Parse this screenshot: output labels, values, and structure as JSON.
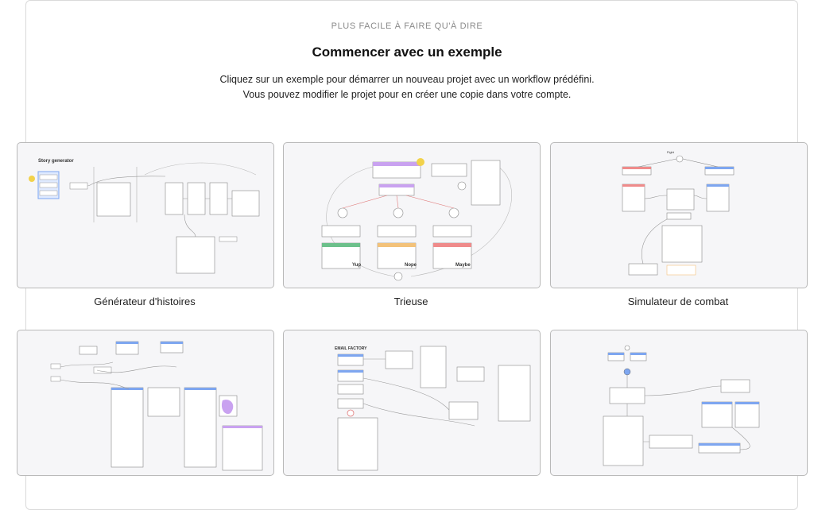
{
  "header": {
    "eyebrow": "PLUS FACILE À FAIRE QU'À DIRE",
    "title": "Commencer avec un exemple",
    "description": "Cliquez sur un exemple pour démarrer un nouveau projet avec un workflow prédéfini. Vous pouvez modifier le projet pour en créer une copie dans votre compte."
  },
  "examples": [
    {
      "label": "Générateur d'histoires",
      "preview_title": "Story generator"
    },
    {
      "label": "Trieuse",
      "preview_labels": [
        "Yup",
        "Nope",
        "Maybe"
      ]
    },
    {
      "label": "Simulateur de combat",
      "preview_title": "Fight"
    },
    {
      "label": ""
    },
    {
      "label": "",
      "preview_title": "EMAIL FACTORY"
    },
    {
      "label": ""
    }
  ],
  "colors": {
    "node_border": "#6b6b6b",
    "blue": "#7ea6f0",
    "purple": "#c9a2f0",
    "green": "#6cc08b",
    "orange": "#f3c27a",
    "red": "#ef8b8b",
    "yellow": "#f2d24b"
  }
}
